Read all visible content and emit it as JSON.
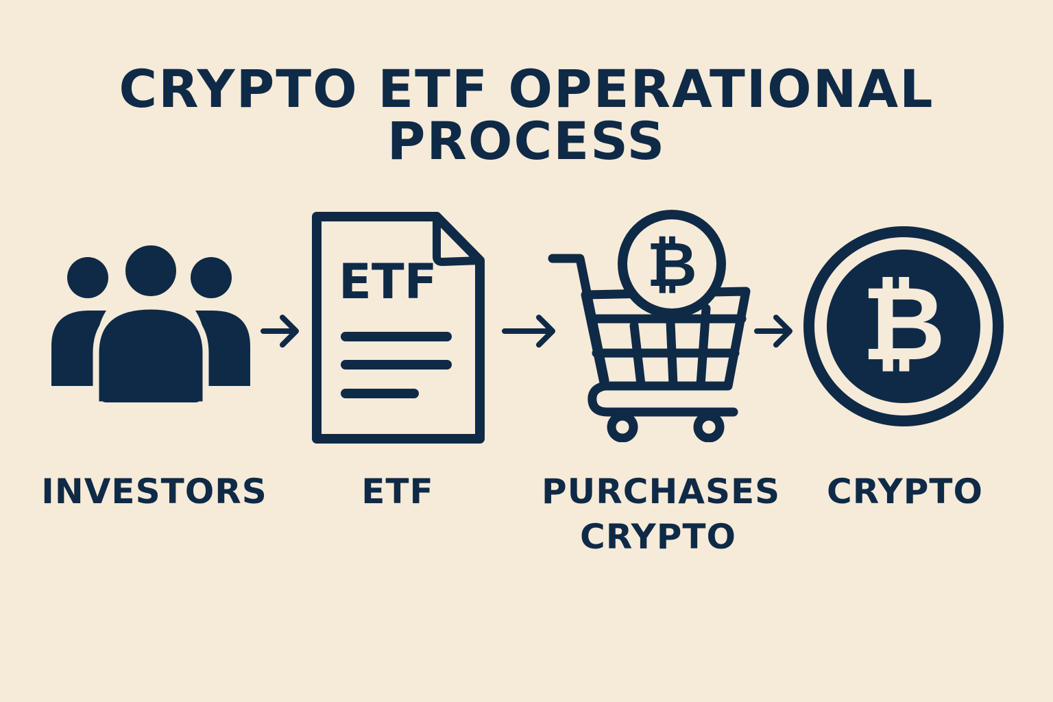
{
  "title": "CRYPTO ETF OPERATIONAL PROCESS",
  "colors": {
    "background": "#f6ead8",
    "ink": "#0e2a47"
  },
  "steps": [
    {
      "icon": "investors-group-icon",
      "label": "INVESTORS"
    },
    {
      "icon": "etf-document-icon",
      "document_text": "ETF",
      "label": "ETF"
    },
    {
      "icon": "shopping-cart-bitcoin-icon",
      "label_line1": "PURCHASES",
      "label_line2": "CRYPTO"
    },
    {
      "icon": "bitcoin-coin-icon",
      "label": "CRYPTO"
    }
  ],
  "connectors": [
    "arrow-right-icon",
    "arrow-right-icon",
    "arrow-right-icon"
  ]
}
